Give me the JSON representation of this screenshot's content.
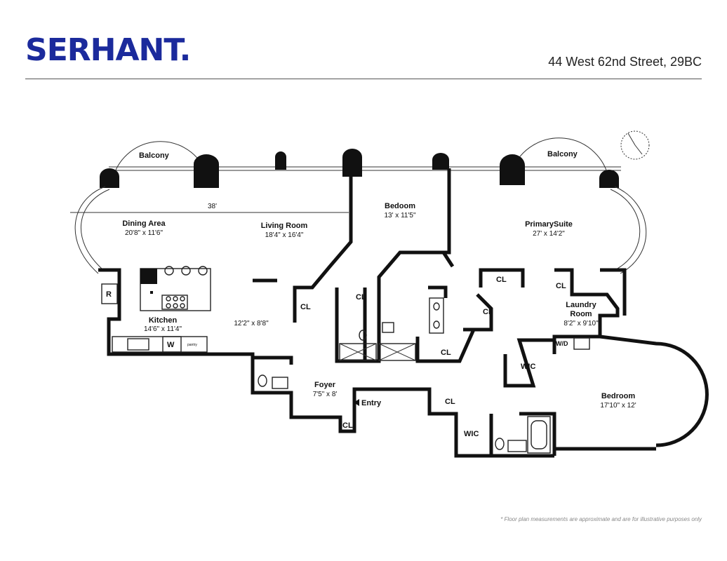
{
  "brand": "SERHANT.",
  "address": "44 West 62nd Street, 29BC",
  "disclaimer": "* Floor plan measurements are approximate and are for illustrative purposes only",
  "rooms": {
    "balcony_left": {
      "name": "Balcony"
    },
    "balcony_right": {
      "name": "Balcony"
    },
    "dining": {
      "name": "Dining Area",
      "dims": "20'8\" x 11'6\""
    },
    "living": {
      "name": "Living Room",
      "dims": "18'4\" x 16'4\""
    },
    "bedroom_mid": {
      "name": "Bedoom",
      "dims": "13' x 11'5\""
    },
    "primary": {
      "name": "PrimarySuite",
      "dims": "27' x 14'2\""
    },
    "kitchen": {
      "name": "Kitchen",
      "dims": "14'6\" x 11'4\""
    },
    "hall": {
      "dims": "12'2\" x 8'8\""
    },
    "laundry": {
      "name_line1": "Laundry",
      "name_line2": "Room",
      "dims": "8'2\" x 9'10\""
    },
    "foyer": {
      "name": "Foyer",
      "dims": "7'5\" x 8'"
    },
    "bedroom_right": {
      "name": "Bedroom",
      "dims": "17'10\" x 12'"
    }
  },
  "labels": {
    "span": "38'",
    "entry": "Entry",
    "cl": "CL",
    "wic": "WIC",
    "wd": "W/D",
    "fridge": "R",
    "washer": "W",
    "pantry": "pantry"
  },
  "colors": {
    "brand": "#1b2a9c",
    "wall": "#111111"
  }
}
